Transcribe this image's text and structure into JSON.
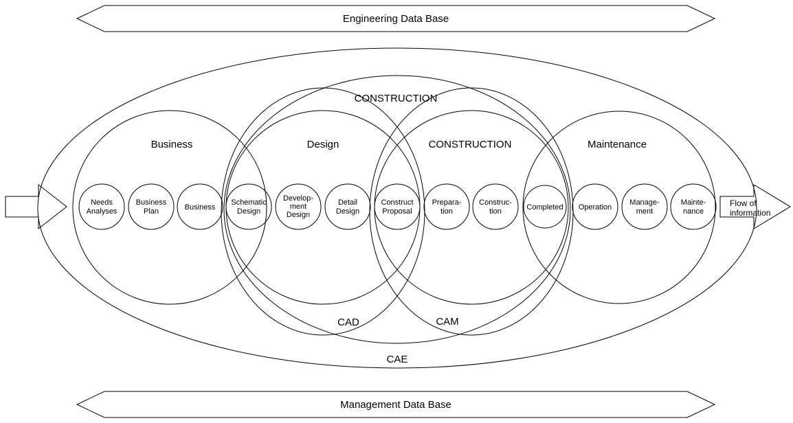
{
  "diagram": {
    "top_banner": "Engineering Data Base",
    "bottom_banner": "Management Data Base",
    "flow_label_lines": [
      "Flow of",
      "information"
    ],
    "phases": [
      {
        "label": "Business"
      },
      {
        "label": "Design"
      },
      {
        "label": "CONSTRUCTION"
      },
      {
        "label": "Maintenance"
      }
    ],
    "regions": {
      "construction_envelope": "CONSTRUCTION",
      "cad": "CAD",
      "cam": "CAM",
      "cae": "CAE"
    },
    "stages": [
      {
        "name": "needs-analyses",
        "lines": [
          "Needs",
          "Analyses"
        ]
      },
      {
        "name": "business-plan",
        "lines": [
          "Business",
          "Plan"
        ]
      },
      {
        "name": "business",
        "lines": [
          "Business"
        ]
      },
      {
        "name": "schematic-design",
        "lines": [
          "Schematic",
          "Design"
        ]
      },
      {
        "name": "development-design",
        "lines": [
          "Develop-",
          "ment",
          "Design"
        ]
      },
      {
        "name": "detail-design",
        "lines": [
          "Detail",
          "Design"
        ]
      },
      {
        "name": "construct-proposal",
        "lines": [
          "Construct",
          "Proposal"
        ]
      },
      {
        "name": "preparation",
        "lines": [
          "Prepara-",
          "tion"
        ]
      },
      {
        "name": "construction",
        "lines": [
          "Construc-",
          "tion"
        ]
      },
      {
        "name": "completed",
        "lines": [
          "Completed"
        ]
      },
      {
        "name": "operation",
        "lines": [
          "Operation"
        ]
      },
      {
        "name": "management",
        "lines": [
          "Manage-",
          "ment"
        ]
      },
      {
        "name": "maintenance",
        "lines": [
          "Mainte-",
          "nance"
        ]
      }
    ],
    "colors": {
      "line": "#000000",
      "background": "#ffffff"
    }
  }
}
